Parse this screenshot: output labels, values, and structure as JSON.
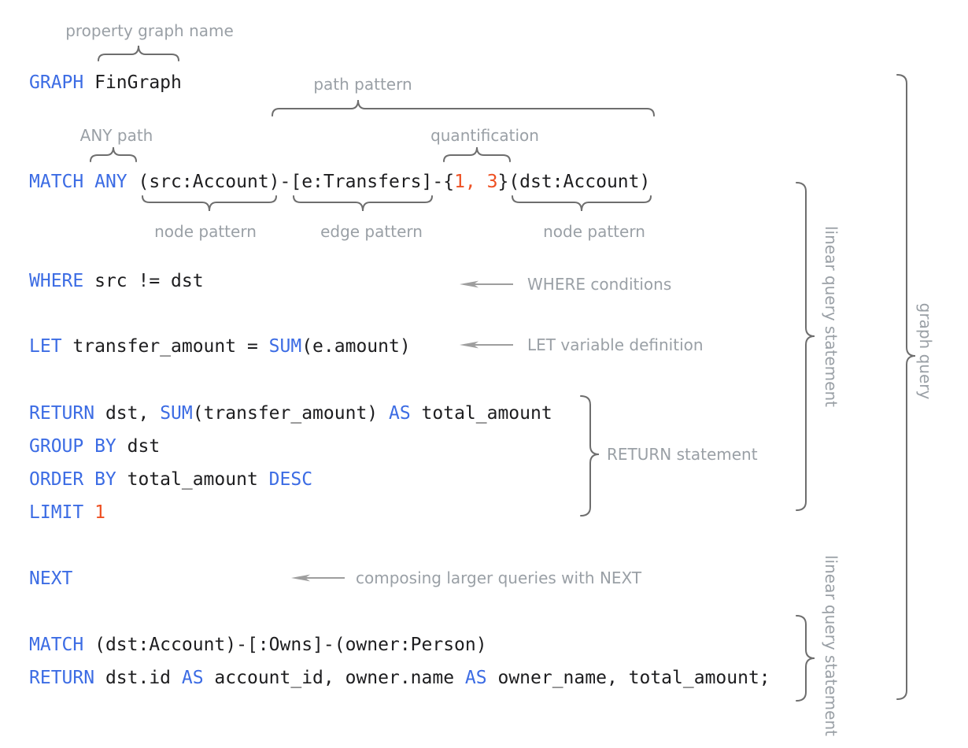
{
  "palette": {
    "keyword": "#3c6ce4",
    "number": "#ee5022",
    "code": "#1d1d1f",
    "label": "#9aa0a6",
    "line": "#6e6e6e",
    "arrow": "#9e9e9e"
  },
  "code": {
    "lines": [
      {
        "name": "graph-clause",
        "tokens": [
          {
            "c": "kw",
            "s": "GRAPH"
          },
          {
            "c": "pl",
            "s": " FinGraph"
          }
        ]
      },
      {
        "name": "match-clause",
        "tokens": [
          {
            "c": "kw",
            "s": "MATCH"
          },
          {
            "c": "pl",
            "s": " "
          },
          {
            "c": "kw",
            "s": "ANY"
          },
          {
            "c": "pl",
            "s": " (src:Account)-[e:Transfers]-{"
          },
          {
            "c": "num",
            "s": "1, 3"
          },
          {
            "c": "pl",
            "s": "}(dst:Account)"
          }
        ]
      },
      {
        "name": "where-clause",
        "tokens": [
          {
            "c": "kw",
            "s": "WHERE"
          },
          {
            "c": "pl",
            "s": " src != dst"
          }
        ]
      },
      {
        "name": "let-clause",
        "tokens": [
          {
            "c": "kw",
            "s": "LET"
          },
          {
            "c": "pl",
            "s": " transfer_amount = "
          },
          {
            "c": "kw",
            "s": "SUM"
          },
          {
            "c": "pl",
            "s": "(e.amount)"
          }
        ]
      },
      {
        "name": "return-clause",
        "tokens": [
          {
            "c": "kw",
            "s": "RETURN"
          },
          {
            "c": "pl",
            "s": " dst, "
          },
          {
            "c": "kw",
            "s": "SUM"
          },
          {
            "c": "pl",
            "s": "(transfer_amount) "
          },
          {
            "c": "kw",
            "s": "AS"
          },
          {
            "c": "pl",
            "s": " total_amount"
          }
        ]
      },
      {
        "name": "group-by-clause",
        "tokens": [
          {
            "c": "kw",
            "s": "GROUP BY"
          },
          {
            "c": "pl",
            "s": " dst"
          }
        ]
      },
      {
        "name": "order-by-clause",
        "tokens": [
          {
            "c": "kw",
            "s": "ORDER BY"
          },
          {
            "c": "pl",
            "s": " total_amount "
          },
          {
            "c": "kw",
            "s": "DESC"
          }
        ]
      },
      {
        "name": "limit-clause",
        "tokens": [
          {
            "c": "kw",
            "s": "LIMIT"
          },
          {
            "c": "pl",
            "s": " "
          },
          {
            "c": "num",
            "s": "1"
          }
        ]
      },
      {
        "name": "next-clause",
        "tokens": [
          {
            "c": "kw",
            "s": "NEXT"
          }
        ]
      },
      {
        "name": "match-clause-2",
        "tokens": [
          {
            "c": "kw",
            "s": "MATCH"
          },
          {
            "c": "pl",
            "s": " (dst:Account)-[:Owns]-(owner:Person)"
          }
        ]
      },
      {
        "name": "return-clause-2",
        "tokens": [
          {
            "c": "kw",
            "s": "RETURN"
          },
          {
            "c": "pl",
            "s": " dst.id "
          },
          {
            "c": "kw",
            "s": "AS"
          },
          {
            "c": "pl",
            "s": " account_id, owner.name "
          },
          {
            "c": "kw",
            "s": "AS"
          },
          {
            "c": "pl",
            "s": " owner_name, total_amount;"
          }
        ]
      }
    ]
  },
  "annotations": {
    "property_graph_name": "property graph name",
    "path_pattern": "path pattern",
    "any_path": "ANY path",
    "quantification": "quantification",
    "node_pattern_1": "node pattern",
    "edge_pattern": "edge pattern",
    "node_pattern_2": "node pattern",
    "where_conditions": "WHERE conditions",
    "let_variable_definition": "LET variable definition",
    "return_statement": "RETURN statement",
    "composing_next": "composing larger queries with NEXT",
    "linear_query_statement_1": "linear query statement",
    "linear_query_statement_2": "linear query statement",
    "graph_query": "graph query"
  }
}
